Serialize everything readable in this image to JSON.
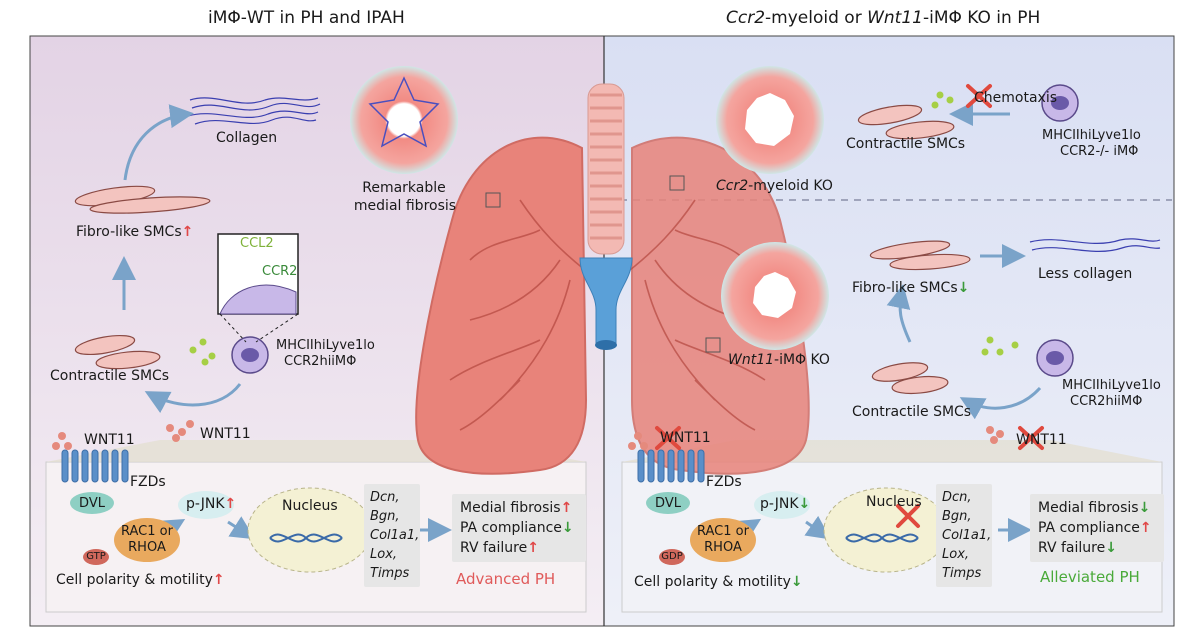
{
  "left_panel": {
    "title_prefix": "iMΦ-WT in PH and IPAH",
    "collagen": "Collagen",
    "fibrosis_line1": "Remarkable",
    "fibrosis_line2": "medial fibrosis",
    "fibro_smcs": "Fibro-like SMCs",
    "ccl2": "CCL2",
    "ccr2": "CCR2",
    "mac_line1": "MHCIIhiLyve1lo",
    "mac_line2": "CCR2hiiMΦ",
    "contractile": "Contractile SMCs",
    "wnt11_top": "WNT11",
    "wnt11_mid": "WNT11",
    "fzds": "FZDs",
    "dvl": "DVL",
    "rac1": "RAC1 or",
    "rhoa": "RHOA",
    "gtp": "GTP",
    "pjnk": "p-JNK",
    "nucleus": "Nucleus",
    "genes": [
      "Dcn,",
      "Bgn,",
      "Col1a1,",
      "Lox,",
      "Timps"
    ],
    "outcomes": [
      "Medial fibrosis",
      "PA compliance",
      "RV failure"
    ],
    "polarity": "Cell polarity & motility",
    "result": "Advanced PH"
  },
  "right_panel": {
    "title_italic": "Ccr2",
    "title_rest": "-myeloid or ",
    "title_italic2": "Wnt11",
    "title_rest2": "-iMΦ KO in PH",
    "contractile_top": "Contractile SMCs",
    "chemotaxis": "Chemotaxis",
    "ko_mac_line1": "MHCIIhiLyve1lo",
    "ko_mac_line2": "CCR2-/- iMΦ",
    "ccr2_ko_italic": "Ccr2",
    "ccr2_ko_rest": "-myeloid KO",
    "fibro_smcs": "Fibro-like SMCs",
    "less_collagen": "Less collagen",
    "wnt11_ko_italic": "Wnt11",
    "wnt11_ko_rest": "-iMΦ KO",
    "mac_line1": "MHCIIhiLyve1lo",
    "mac_line2": "CCR2hiiMΦ",
    "contractile": "Contractile SMCs",
    "wnt11_top": "WNT11",
    "wnt11_mid": "WNT11",
    "fzds": "FZDs",
    "dvl": "DVL",
    "rac1": "RAC1 or",
    "rhoa": "RHOA",
    "gdp": "GDP",
    "pjnk": "p-JNK",
    "nucleus": "Nucleus",
    "genes": [
      "Dcn,",
      "Bgn,",
      "Col1a1,",
      "Lox,",
      "Timps"
    ],
    "outcomes": [
      "Medial fibrosis",
      "PA compliance",
      "RV failure"
    ],
    "polarity": "Cell polarity & motility",
    "result": "Alleviated PH"
  },
  "colors": {
    "up_arrow": "#e04848",
    "down_arrow": "#3a9a3a",
    "flow_arrow": "#7aa3c9",
    "lung": "#e8837a",
    "trachea": "#f3b9b3",
    "bronchus": "#5aa0d8",
    "left_bg": "#e7dce9",
    "right_bg": "#dfe3f3"
  }
}
